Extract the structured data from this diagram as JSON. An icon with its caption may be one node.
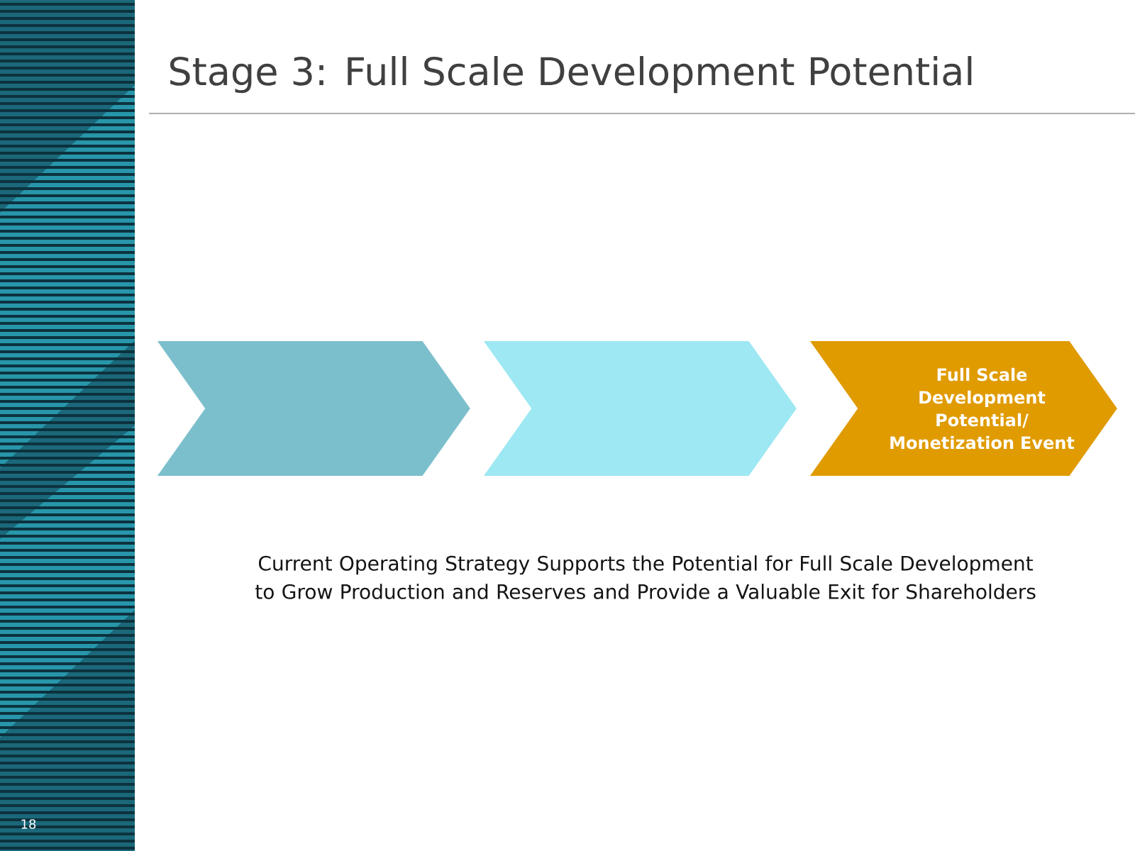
{
  "diagram": {
    "title": "Stage 3: Full Scale Development Potential",
    "nodes": [
      {
        "text": [],
        "shape": "chevron"
      },
      {
        "text": [],
        "shape": "chevron"
      },
      {
        "text": [
          "Full Scale Development Potential/ Monetization Event"
        ]
      }
    ],
    "labels": [
      "Current Operating Strategy Supports the Potential for Full Scale Development to Grow Production and Reserves and Provide a Valuable Exit for Shareholders",
      "18"
    ]
  }
}
